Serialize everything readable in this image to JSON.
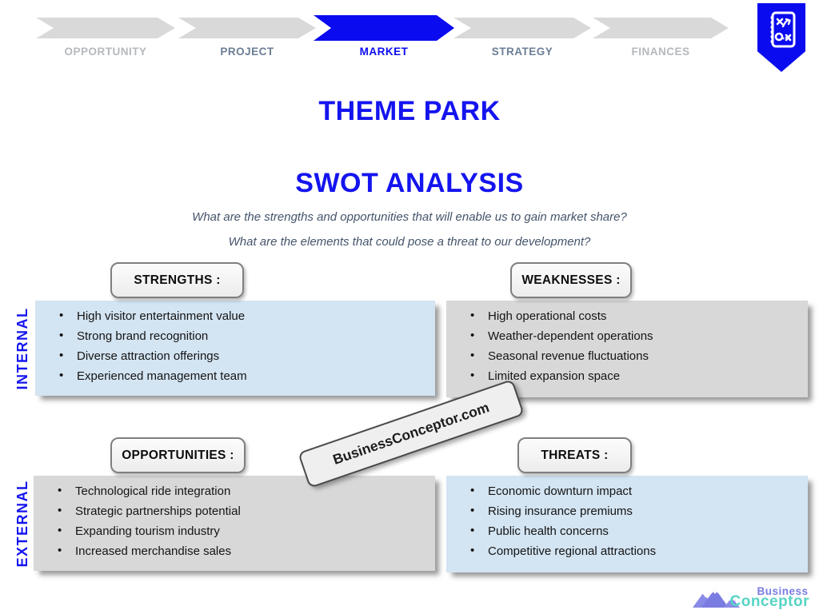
{
  "nav": {
    "steps": [
      {
        "label": "OPPORTUNITY",
        "state": "inactive"
      },
      {
        "label": "PROJECT",
        "state": "visited"
      },
      {
        "label": "MARKET",
        "state": "active"
      },
      {
        "label": "STRATEGY",
        "state": "visited"
      },
      {
        "label": "FINANCES",
        "state": "inactive"
      }
    ],
    "bookmark_icon": "strategy-notebook-icon"
  },
  "titles": {
    "main": "THEME PARK",
    "sub": "SWOT ANALYSIS"
  },
  "questions": [
    "What are the strengths and opportunities that will enable us to gain market share?",
    "What are the elements that could pose a threat to our development?"
  ],
  "row_labels": {
    "internal": "INTERNAL",
    "external": "EXTERNAL"
  },
  "quadrants": [
    {
      "id": "strengths",
      "label": "STRENGTHS :",
      "panel_color": "blue",
      "items": [
        "High visitor entertainment value",
        "Strong brand recognition",
        "Diverse attraction offerings",
        "Experienced management team"
      ]
    },
    {
      "id": "weaknesses",
      "label": "WEAKNESSES :",
      "panel_color": "gray",
      "items": [
        "High operational costs",
        "Weather-dependent operations",
        "Seasonal revenue fluctuations",
        "Limited expansion space"
      ]
    },
    {
      "id": "opportunities",
      "label": "OPPORTUNITIES :",
      "panel_color": "gray",
      "items": [
        "Technological ride integration",
        "Strategic partnerships potential",
        "Expanding tourism industry",
        "Increased merchandise sales"
      ]
    },
    {
      "id": "threats",
      "label": "THREATS :",
      "panel_color": "blue",
      "items": [
        "Economic downturn impact",
        "Rising insurance premiums",
        "Public health concerns",
        "Competitive regional attractions"
      ]
    }
  ],
  "watermark": "BusinessConceptor.com",
  "logo": {
    "line1": "Business",
    "line2": "Conceptor",
    "icon": "mountains-icon"
  },
  "bullet_char": "•",
  "colors": {
    "accent_blue": "#0b0bef",
    "title_blue": "#1414ef",
    "chevron_gray": "#d9d9d9",
    "nav_muted_text": "#b4b9be",
    "nav_slate_text": "#6b7e95",
    "panel_blue": "#d3e4f2",
    "panel_gray": "#d8d8d8",
    "question_text": "#44546a",
    "logo_purple": "#7b7ce2",
    "logo_teal": "#56d4c4"
  }
}
